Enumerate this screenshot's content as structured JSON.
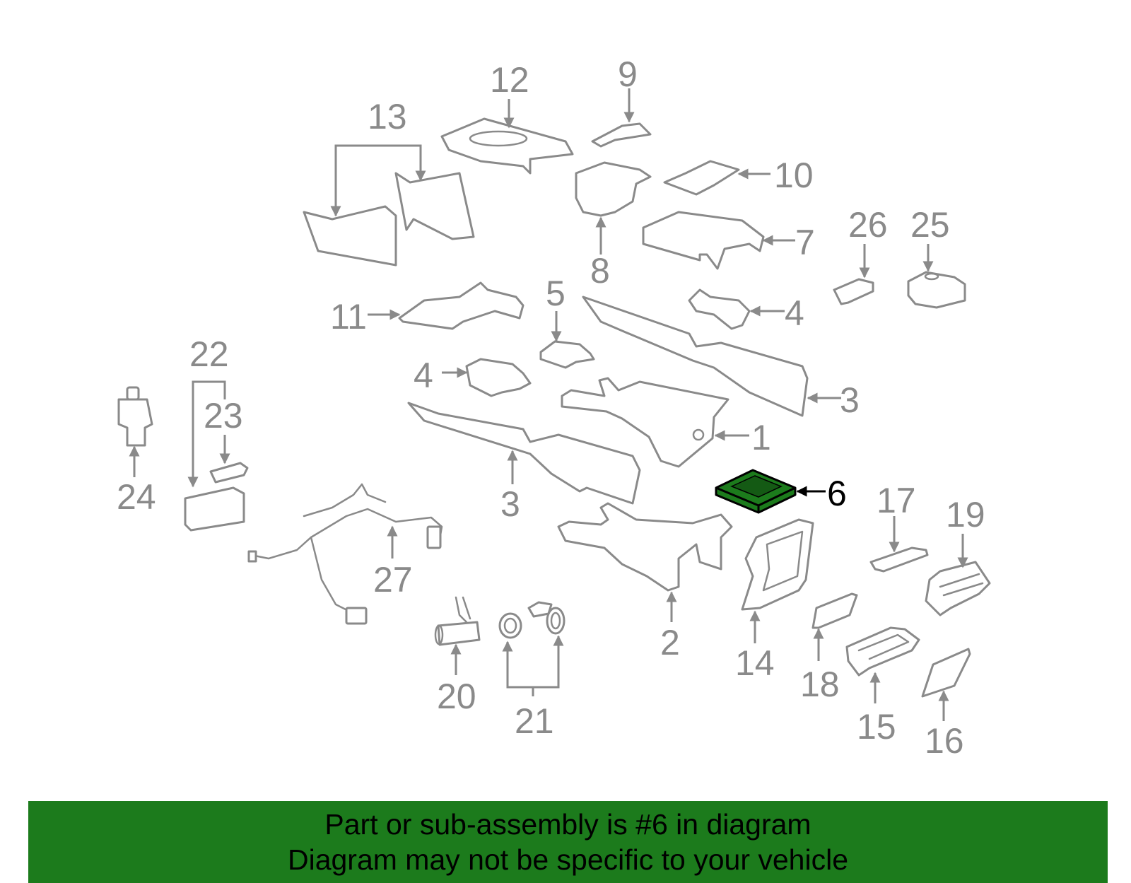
{
  "colors": {
    "part_stroke": "#8a8a8a",
    "highlight_fill": "#1c7b1c",
    "banner_bg": "#1c7b1c",
    "banner_text": "#000000"
  },
  "callouts": {
    "c1": "1",
    "c2": "2",
    "c3a": "3",
    "c3b": "3",
    "c4a": "4",
    "c4b": "4",
    "c5": "5",
    "c6": "6",
    "c7": "7",
    "c8": "8",
    "c9": "9",
    "c10": "10",
    "c11": "11",
    "c12": "12",
    "c13": "13",
    "c14": "14",
    "c15": "15",
    "c16": "16",
    "c17": "17",
    "c18": "18",
    "c19": "19",
    "c20": "20",
    "c21": "21",
    "c22": "22",
    "c23": "23",
    "c24": "24",
    "c25": "25",
    "c26": "26",
    "c27": "27"
  },
  "highlighted_part": "6",
  "banner": {
    "line1": "Part or sub-assembly is #6 in diagram",
    "line2": "Diagram may not be specific to your vehicle"
  }
}
